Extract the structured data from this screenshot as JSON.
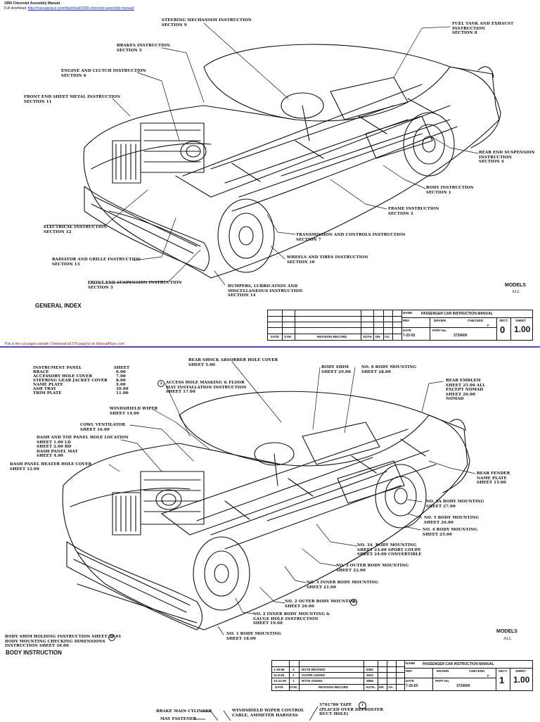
{
  "header": {
    "title": "1956 Chevrolet Assembly Manual",
    "download_prefix": "Full download:",
    "download_url": "http://manualplace.com/download/1956-chevrolet-assembly-manual/"
  },
  "notice": "This is the cut pages sample. Download all 275 page(s) at: ManualPlace.com",
  "page1": {
    "labels": {
      "steering": "STEERING MECHANISM INSTRUCTION\nSECTION 9",
      "fuel": "FUEL TANK AND EXHAUST\nINSTRUCTION\nSECTION 8",
      "brakes": "BRAKES INSTRUCTION\nSECTION 5",
      "engine": "ENGINE AND CLUTCH INSTRUCTION\nSECTION 6",
      "front_sheet": "FRONT END SHEET METAL INSTRUCTION\nSECTION 11",
      "rear_susp": "REAR END SUSPENSION\nINSTRUCTION\nSECTION 4",
      "body": "BODY INSTRUCTION\nSECTION 1",
      "frame": "FRAME INSTRUCTION\nSECTION 2",
      "electrical": "ELECTRICAL INSTRUCTION\nSECTION 12",
      "transmission": "TRANSMISSION AND CONTROLS INSTRUCTION\nSECTION 7",
      "radiator": "RADIATOR AND GRILLE INSTRUCTION\nSECTION 13",
      "wheels": "WHEELS AND TIRES INSTRUCTION\nSECTION 10",
      "front_susp": "FRONT END SUSPENSION INSTRUCTION\nSECTION 3",
      "bumpers": "BUMPERS, LUBRICATION AND\nMISCELLANEOUS INSTRUCTION\nSECTION 14"
    },
    "models": "MODELS",
    "models_value": "ALL",
    "title_block": "GENERAL INDEX",
    "table": {
      "name_label": "NAME",
      "name": "PASSENGER CAR INSTRUCTION MANUAL",
      "ref_label": "REF.",
      "drawn_label": "DRAWN",
      "checked_label": "CHECKED",
      "sect_label": "SECT.",
      "sheet_label": "SHEET",
      "date_label": "DATE",
      "date": "7-25-55",
      "part_label": "PART No.",
      "part": "3726600",
      "f": "F",
      "sect": "0",
      "sheet": "1.00",
      "foot": [
        "DATE",
        "SYM.",
        "REVISION RECORD",
        "AUTH.",
        "DR.",
        "CK."
      ]
    }
  },
  "page2": {
    "parts_list": {
      "sheet_head": "SHEET",
      "rows": [
        {
          "name": "INSTRUMENT PANEL",
          "sheet": ""
        },
        {
          "name": "BRACE",
          "sheet": "6.00"
        },
        {
          "name": "ACCESSORY HOLE COVER",
          "sheet": "7.00"
        },
        {
          "name": "STEERING GEAR JACKET COVER",
          "sheet": "8.00"
        },
        {
          "name": "NAME PLATE",
          "sheet": "9.00"
        },
        {
          "name": "ASH TRAY",
          "sheet": "10.00"
        },
        {
          "name": "TRIM PLATE",
          "sheet": "11.00"
        }
      ]
    },
    "labels": {
      "rear_shock": "REAR SHOCK ABSORBER HOLE COVER\nSHEET 5.00",
      "body_shim": "BODY SHIM\nSHEET 29.00",
      "no6": "NO. 6 BODY MOUNTING\nSHEET 28.00",
      "rear_emblem": "REAR EMBLEM\nSHEET 25.00 ALL\nEXCEPT NOMAD\nSHEET 26.00\nNOMAD",
      "access_hole": "ACCESS HOLE MASKING & FLOOR\nMAT INSTALLATION INSTRUCTION\nSHEET 17.00",
      "windshield": "WINDSHIELD WIPER\nSHEET 14.00",
      "cowl": "COWL VENTILATOR\nSHEET 16.00",
      "dash_toe": "DASH AND TOE PANEL HOLE LOCATION\nSHEET 1.00 LD\nSHEET 2.00 RD\nDASH PANEL MAT\nSHEET 4.00",
      "dash_heater": "DASH PANEL HEATER HOLE COVER\nSHEET 12.00",
      "rear_fender": "REAR FENDER\nNAME PLATE\nSHEET 15.00",
      "no5a": "NO. 5A BODY MOUNTING\nSHEET 27.00",
      "no5": "NO. 5 BODY MOUNTING\nSHEET 26.00",
      "no4": "NO. 4 BODY MOUNTING\nSHEET 25.00",
      "no3a": "NO. 3A  BODY MOUNTING\nSHEET 23.00 SPORT COUPE\nSHEET 24.00 CONVERTIBLE",
      "no3": "NO. 3 OUTER BODY MOUNTING\nSHEET 22.00",
      "no3inner": "NO. 3 INNER BODY MOUNTING\nSHEET 21.00",
      "no2outer": "NO. 2 OUTER BODY MOUNTING\nSHEET 20.00",
      "no2inner": "NO. 2 INNER BODY MOUNTING &\nGAUGE HOLE INSTRUCTION\nSHEET 19.00",
      "no1": "NO. 1 BODY MOUNTING\nSHEET 18.00",
      "shim_holding": "BODY SHIM HOLDING INSTRUCTION SHEET 29.01\nBODY MOUNTING CHECKING DIMENSIONS\nINSTRUCTION SHEET 30.00"
    },
    "circled": [
      "2",
      "1",
      "2"
    ],
    "models": "MODELS",
    "models_value": "ALL",
    "title_block": "BODY INSTRUCTION",
    "table": {
      "revisions": [
        {
          "date": "1-18-56",
          "sym": "3",
          "note": "NOTE REVISED",
          "auth": "6382"
        },
        {
          "date": "11-8-55",
          "sym": "2",
          "note": "OUTER ADDED",
          "auth": "4910"
        },
        {
          "date": "10-31-55",
          "sym": "1",
          "note": "NOTE ADDED",
          "auth": "4856"
        }
      ],
      "name_label": "NAME",
      "name": "PASSENGER CAR INSTRUCTION MANUAL",
      "ref_label": "REF.",
      "drawn_label": "DRAWN",
      "checked_label": "CHECKED",
      "sect_label": "SECT.",
      "sheet_label": "SHEET",
      "date_label": "DATE",
      "date": "7-25-55",
      "part_label": "PART No.",
      "part": "3726600",
      "f": "F",
      "sect": "1",
      "sheet": "1.00",
      "foot": [
        "DATE",
        "SYM.",
        "REVISION RECORD",
        "AUTH.",
        "DR.",
        "CK."
      ]
    }
  },
  "page3": {
    "labels": {
      "brake_cyl": "BRAKE MAIN CYLINDER",
      "mat_fastener": "MAT FASTENER",
      "wiper_control": "WINDSHIELD WIPER CONTROL\nCABLE, AMMETER HARNESS",
      "tape": "3701780 TAPE\n(PLACED OVER DEFROSTER\nDUCT HOLE)"
    },
    "circled": "1"
  }
}
